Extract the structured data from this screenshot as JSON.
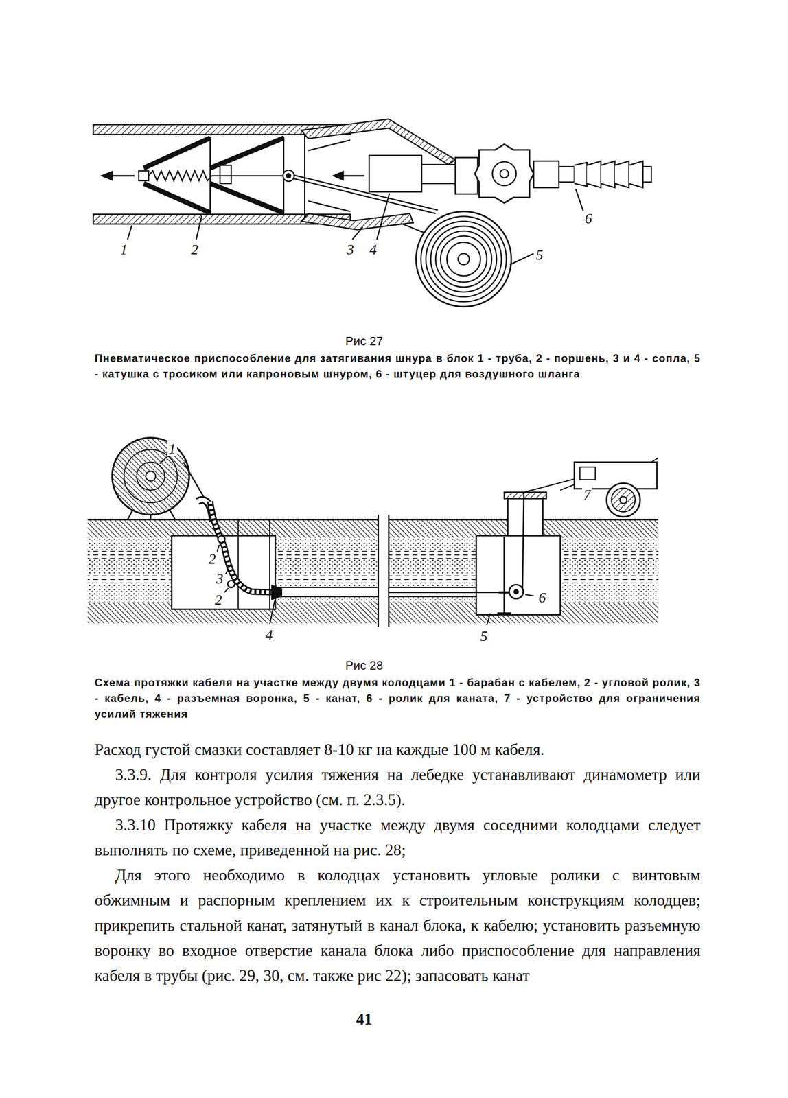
{
  "diagram": {
    "labels": [
      "1",
      "2",
      "3",
      "4",
      "5",
      "6",
      "Рис 27",
      "Пневматическое приспособление для затягивания шнура в блок 1 - труба, 2 - поршень, 3 и 4 - сопла, 5 - катушка с тросиком или капроновым шнуром, 6 - штуцер для воздушного шланга",
      "1",
      "2",
      "3",
      "2",
      "4",
      "5",
      "6",
      "7",
      "Рис 28",
      "Схема протяжки кабеля на участке между двумя колодцами 1 - барабан с кабелем, 2 - угловой ролик, 3 - кабель, 4 - разъемная воронка, 5 - канат, 6 - ролик для каната, 7 - устройство для ограничения усилий тяжения",
      "Расход густой смазки составляет 8-10 кг на каждые 100 м кабеля.",
      "3.3.9. Для контроля усилия тяжения на лебедке устанавливают динамометр или другое контрольное устройство (см. п. 2.3.5).",
      "3.3.10 Протяжку кабеля на участке между двумя соседними колодцами следует выполнять по схеме, приведенной на рис. 28;",
      "Для этого необходимо в колодцах установить угловые ролики с винтовым обжимным и распорным креплением их к строительным конструкциям колодцев; прикрепить стальной канат, затянутый в канал блока, к кабелю; установить разъемную воронку во входное отверстие канала блока либо приспособление для направления кабеля в трубы (рис. 29, 30, см. также рис 22); запасовать канат",
      "41"
    ]
  }
}
